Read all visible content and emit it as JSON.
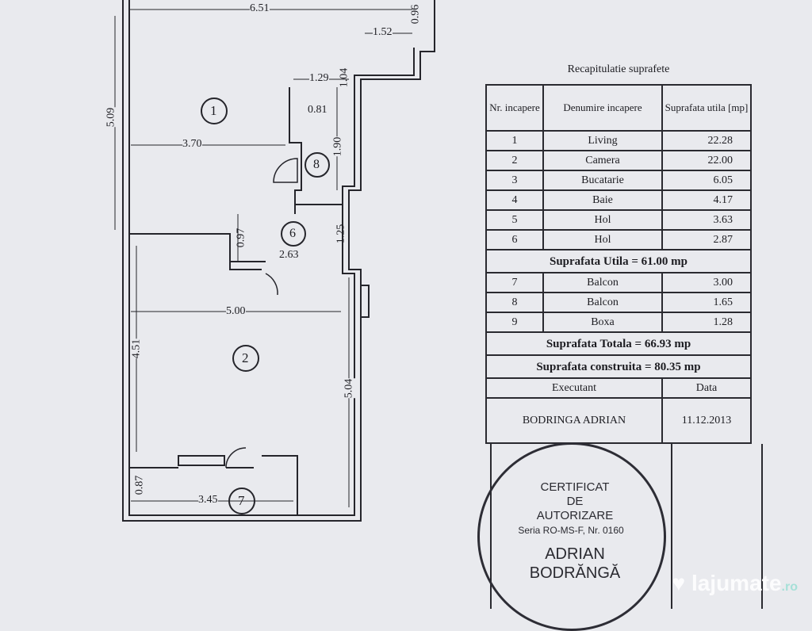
{
  "plan": {
    "dimensions": [
      "6.51",
      "0.96",
      "1.52",
      "1.04",
      "1.29",
      "0.81",
      "5.09",
      "3.70",
      "1.90",
      "1.25",
      "0.97",
      "2.63",
      "5.00",
      "4.51",
      "5.04",
      "0.87",
      "3.45"
    ],
    "room_numbers": [
      "1",
      "8",
      "6",
      "2",
      "7"
    ]
  },
  "table": {
    "title": "Recapitulatie suprafete",
    "headers": [
      "Nr. incapere",
      "Denumire incapere",
      "Suprafata utila [mp]"
    ],
    "rows": [
      {
        "nr": "1",
        "name": "Living",
        "area": "22.28"
      },
      {
        "nr": "2",
        "name": "Camera",
        "area": "22.00"
      },
      {
        "nr": "3",
        "name": "Bucatarie",
        "area": "6.05"
      },
      {
        "nr": "4",
        "name": "Baie",
        "area": "4.17"
      },
      {
        "nr": "5",
        "name": "Hol",
        "area": "3.63"
      },
      {
        "nr": "6",
        "name": "Hol",
        "area": "2.87"
      }
    ],
    "utila": "Suprafata Utila = 61.00 mp",
    "extra_rows": [
      {
        "nr": "7",
        "name": "Balcon",
        "area": "3.00"
      },
      {
        "nr": "8",
        "name": "Balcon",
        "area": "1.65"
      },
      {
        "nr": "9",
        "name": "Boxa",
        "area": "1.28"
      }
    ],
    "totala": "Suprafata Totala = 66.93 mp",
    "construita": "Suprafata construita = 80.35 mp",
    "executant_label": "Executant",
    "data_label": "Data",
    "executant": "BODRINGA ADRIAN",
    "date": "11.12.2013"
  },
  "stamp": {
    "line1": "CERTIFICAT",
    "line2": "DE",
    "line3": "AUTORIZARE",
    "line4": "Seria RO-MS-F, Nr. 0160",
    "line5": "ADRIAN",
    "line6": "BODRĂNGĂ"
  },
  "watermark": {
    "brand": "lajumate",
    "tld": ".ro"
  }
}
